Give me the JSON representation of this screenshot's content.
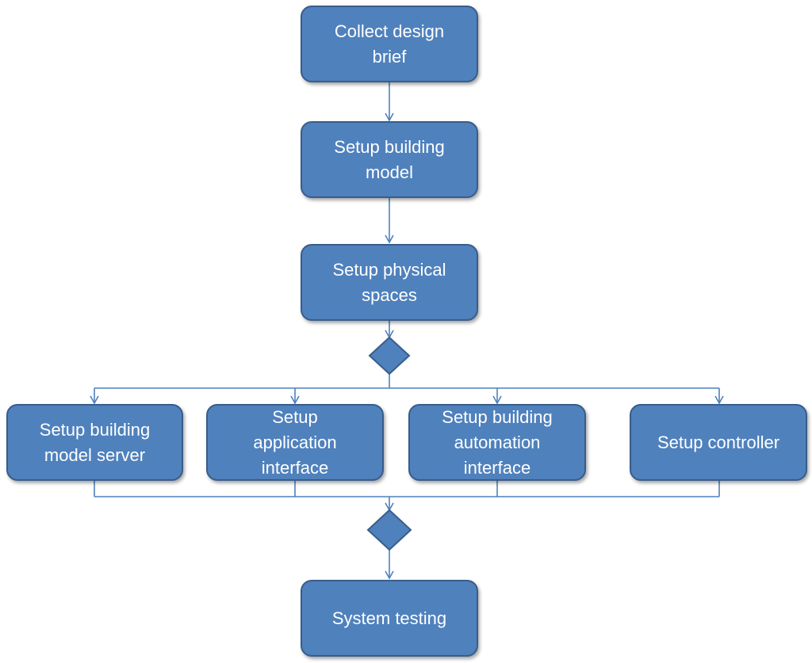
{
  "colors": {
    "fill": "#4f81bd",
    "border": "#385d8a",
    "connector": "#4f81bd",
    "text": "#ffffff"
  },
  "nodes": {
    "collect_design_brief": "Collect design brief",
    "setup_building_model": "Setup building model",
    "setup_physical_spaces": "Setup physical spaces",
    "setup_building_model_server": "Setup building model server",
    "setup_application_interface": "Setup application interface",
    "setup_building_automation_interface": "Setup building automation interface",
    "setup_controller": "Setup controller",
    "system_testing": "System testing"
  }
}
